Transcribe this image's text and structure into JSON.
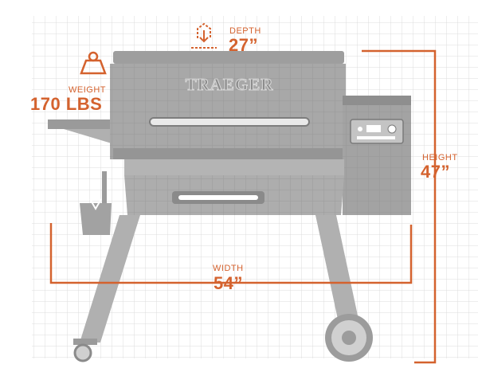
{
  "brand": "TRAEGER",
  "dimensions": {
    "depth": {
      "label": "DEPTH",
      "value": "27”"
    },
    "weight": {
      "label": "WEIGHT",
      "value": "170 LBS"
    },
    "height": {
      "label": "HEIGHT",
      "value": "47”"
    },
    "width": {
      "label": "WIDTH",
      "value": "54”"
    }
  },
  "colors": {
    "accent": "#d4622e",
    "grill": "#a8a8a8",
    "grill_dark": "#7a7a7a",
    "grid": "#d6d6d6"
  }
}
